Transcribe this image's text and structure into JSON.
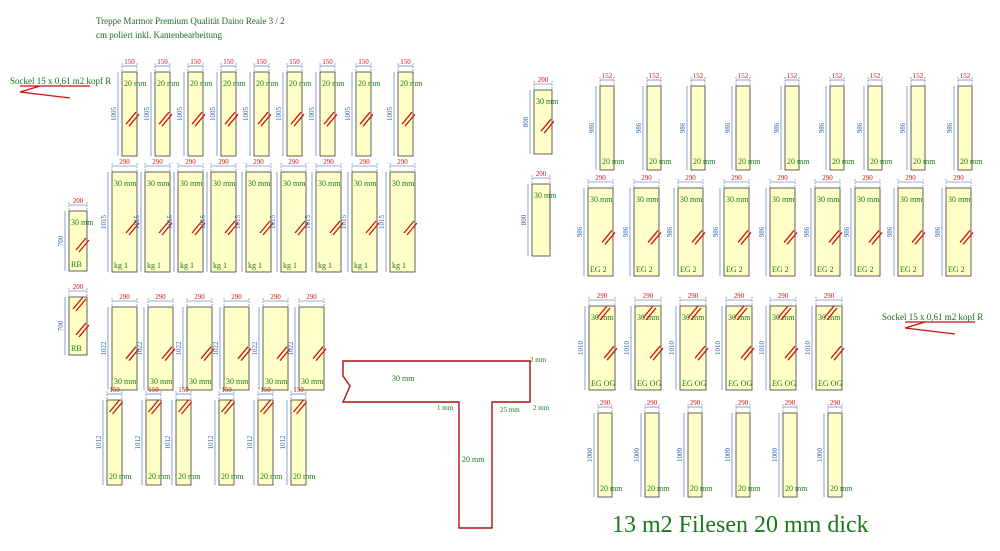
{
  "header": {
    "line1": "Treppe Marmor Premium Qualität Daino Reale 3 / 2",
    "line2": "cm poliert inkl. Kantenbearbeitung"
  },
  "notes": {
    "left_sockel": "Sockel 15 x 0,61 m2 kopf R",
    "right_sockel": "Sockel 15 x 0,61 m2 kopf R",
    "footer": "13 m2 Filesen 20 mm dick"
  },
  "labels": {
    "w150": "150",
    "w152": "152",
    "w200": "200",
    "w290": "290",
    "h1005": "1005",
    "h986": "986",
    "h1015": "1015",
    "h700": "700",
    "h800": "800",
    "h1022": "1022",
    "h1012": "1012",
    "h1010": "1010",
    "h1000": "1000",
    "t20": "20 mm",
    "t30": "30 mm",
    "kg": "kg 1",
    "rb": "RB",
    "eg": "EG 2",
    "egog": "EG OG"
  },
  "profile": {
    "tread": "30 mm",
    "riser": "20 mm",
    "d1": "2 mm",
    "d2": "2 mm",
    "d3": "1 mm",
    "d4": "25 mm"
  },
  "colors": {
    "panel_fill": "#ffffc8",
    "panel_stroke": "#3a3a3a",
    "dim": "#3366aa",
    "text_green": "#1a7a1a",
    "mark_red": "#cc1111",
    "profile_red": "#b01010"
  }
}
